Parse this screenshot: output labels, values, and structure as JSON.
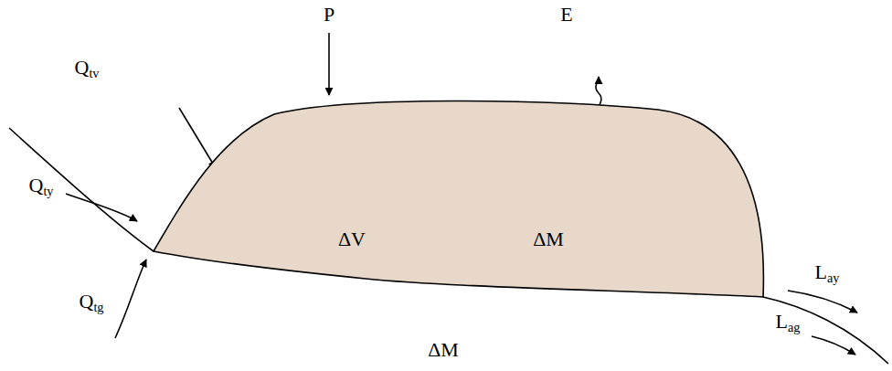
{
  "diagram": {
    "nodes": [
      {
        "text": [
          "ΔV",
          "ΔM"
        ]
      }
    ],
    "labels": [
      "Qtv",
      "P",
      "E",
      "Qty",
      "Qtg",
      "ΔM",
      "Lay",
      "Lag"
    ]
  }
}
